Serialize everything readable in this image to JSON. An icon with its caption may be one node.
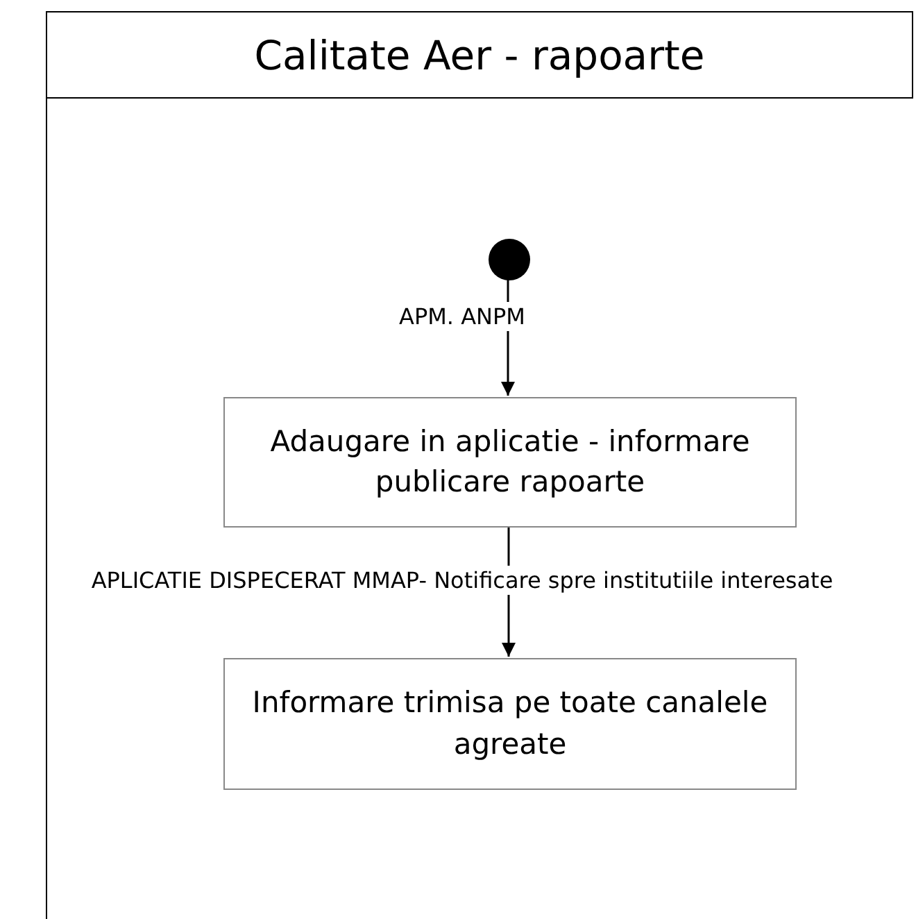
{
  "diagram": {
    "nodes": [
      {
        "text": [
          "Calitate Aer - rapoarte"
        ]
      },
      {
        "text": [],
        "shape": "circle",
        "in": 0
      },
      {
        "text": [
          "Adaugare in aplicatie - informare publicare rapoarte"
        ],
        "in": 0
      },
      {
        "text": [
          "Informare trimisa pe toate canalele agreate"
        ],
        "in": 0
      }
    ],
    "edges": [
      {
        "from": 1,
        "to": 2,
        "arrow": "to",
        "label": "APM. ANPM"
      },
      {
        "from": 2,
        "to": 3,
        "arrow": "to",
        "label": "APLICATIE DISPECERAT MMAP- Notificare spre institutiile interesate"
      }
    ]
  }
}
